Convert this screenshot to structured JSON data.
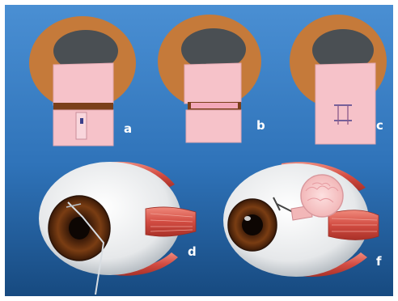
{
  "labels": {
    "a": "a",
    "b": "b",
    "c": "c",
    "d": "d",
    "f": "f"
  },
  "colors": {
    "background_top": "#3f84c9",
    "background_bottom": "#1b4d85",
    "cornea_brown": "#c57a3a",
    "opening_gray": "#4a4f53",
    "flap_pink": "#f6c2c9",
    "muscle_red": "#d9564b",
    "sclera_white": "#f5f5f5",
    "iris_brown": "#6b3310"
  }
}
